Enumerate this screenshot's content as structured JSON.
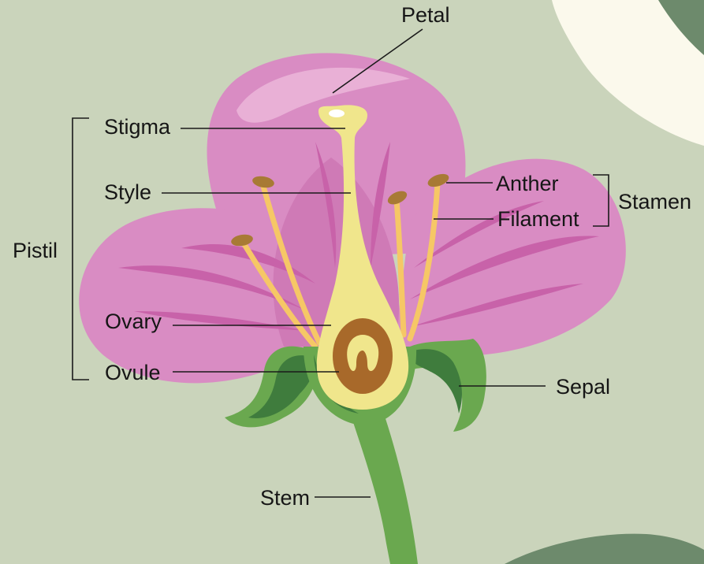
{
  "labels": {
    "petal": "Petal",
    "stigma": "Stigma",
    "style": "Style",
    "pistil": "Pistil",
    "ovary": "Ovary",
    "ovule": "Ovule",
    "anther": "Anther",
    "filament": "Filament",
    "stamen": "Stamen",
    "sepal": "Sepal",
    "stem": "Stem"
  },
  "colors": {
    "background": "#cad4bb",
    "petal": "#d98cc3",
    "petal_light": "#e9b0d6",
    "petal_vein": "#c862a9",
    "pistil": "#f0e68c",
    "ovary_fill": "#a8692a",
    "stem": "#6aa84f",
    "sepal_dark": "#3f7c3d",
    "filament": "#f6c766",
    "anther": "#a87a35",
    "corner_cream": "#fbf9ec",
    "corner_dark": "#6d8a6c"
  }
}
